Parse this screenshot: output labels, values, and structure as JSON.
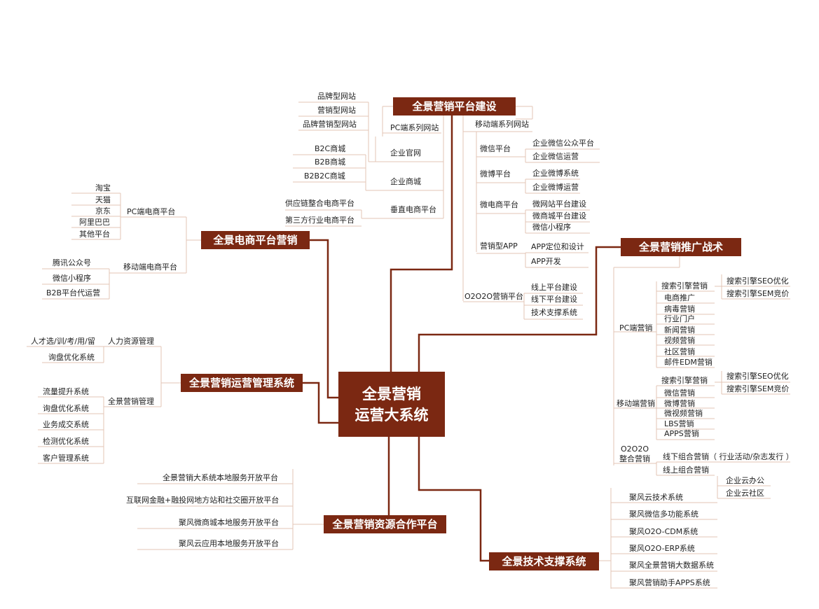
{
  "center": {
    "line1": "全景营销",
    "line2": "运营大系统"
  },
  "hubs": {
    "platform": "全景营销平台建设",
    "ecommerce": "全景电商平台营销",
    "promotion": "全景营销推广战术",
    "operations": "全景营销运营管理系统",
    "resources": "全景营销资源合作平台",
    "tech": "全景技术支撑系统"
  },
  "platform": {
    "pc": "PC端系列网站",
    "pc_sites": [
      "品牌型网站",
      "营销型网站",
      "品牌营销型网站"
    ],
    "official": "企业官网",
    "malls": [
      "B2C商城",
      "B2B商城",
      "B2B2C商城"
    ],
    "mall": "企业商城",
    "vertical_items": [
      "供应链整合电商平台",
      "第三方行业电商平台"
    ],
    "vertical": "垂直电商平台",
    "mobile": "移动端系列网站",
    "wechat": "微信平台",
    "wechat_items": [
      "企业微信公众平台",
      "企业微信运营"
    ],
    "weibo": "微博平台",
    "weibo_items": [
      "企业微博系统",
      "企业微博运营"
    ],
    "micro": "微电商平台",
    "micro_items": [
      "微网站平台建设",
      "微商城平台建设",
      "微信小程序"
    ],
    "app": "营销型APP",
    "app_items": [
      "APP定位和设计",
      "APP开发"
    ],
    "o2o": "O2O2O营销平台",
    "o2o_items": [
      "线上平台建设",
      "线下平台建设",
      "技术支撑系统"
    ]
  },
  "ecommerce": {
    "pc": "PC端电商平台",
    "pc_items": [
      "淘宝",
      "天猫",
      "京东",
      "阿里巴巴",
      "其他平台"
    ],
    "mobile": "移动端电商平台",
    "mobile_items": [
      "腾讯公众号",
      "微信小程序",
      "B2B平台代运营"
    ]
  },
  "operations": {
    "hr": "人力资源管理",
    "hr_items": [
      "人才选/训/考/用/留",
      "询盘优化系统"
    ],
    "mkt": "全景营销管理",
    "mkt_items": [
      "流量提升系统",
      "询盘优化系统",
      "业务成交系统",
      "检测优化系统",
      "客户管理系统"
    ]
  },
  "resources": {
    "items": [
      "全景营销大系统本地服务开放平台",
      "互联网金融+融投网地方站和社交圈开放平台",
      "聚风微商城本地服务开放平台",
      "聚风云应用本地服务开放平台"
    ]
  },
  "promotion": {
    "pc": "PC端营销",
    "pc_search": "搜索引擎营销",
    "pc_search_items": [
      "搜索引擎SEO优化",
      "搜索引擎SEM竞价"
    ],
    "pc_items": [
      "电商推广",
      "病毒营销",
      "行业门户",
      "新闻营销",
      "视频营销",
      "社区营销",
      "邮件EDM营销"
    ],
    "mobile": "移动端营销",
    "mobile_search": "搜索引擎营销",
    "mobile_search_items": [
      "搜索引擎SEO优化",
      "搜索引擎SEM竞价"
    ],
    "mobile_items": [
      "微信营销",
      "微博营销",
      "微视频营销",
      "LBS营销",
      "APPS营销"
    ],
    "o2o_line1": "O2O2O",
    "o2o_line2": "整合营销",
    "o2o_items": [
      "线下组合营销（ 行业活动/杂志发行 ）",
      "线上组合营销"
    ]
  },
  "tech": {
    "items": [
      "聚风云技术系统",
      "聚风微信多功能系统",
      "聚风O2O-CDM系统",
      "聚风O2O-ERP系统",
      "聚风全景营销大数据系统",
      "聚风营销助手APPS系统"
    ],
    "cloud_items": [
      "企业云办公",
      "企业云社区"
    ]
  },
  "colors": {
    "hub": "#7b2812",
    "branch": "#7b2812",
    "leaf_line": "#e3c4b6"
  }
}
